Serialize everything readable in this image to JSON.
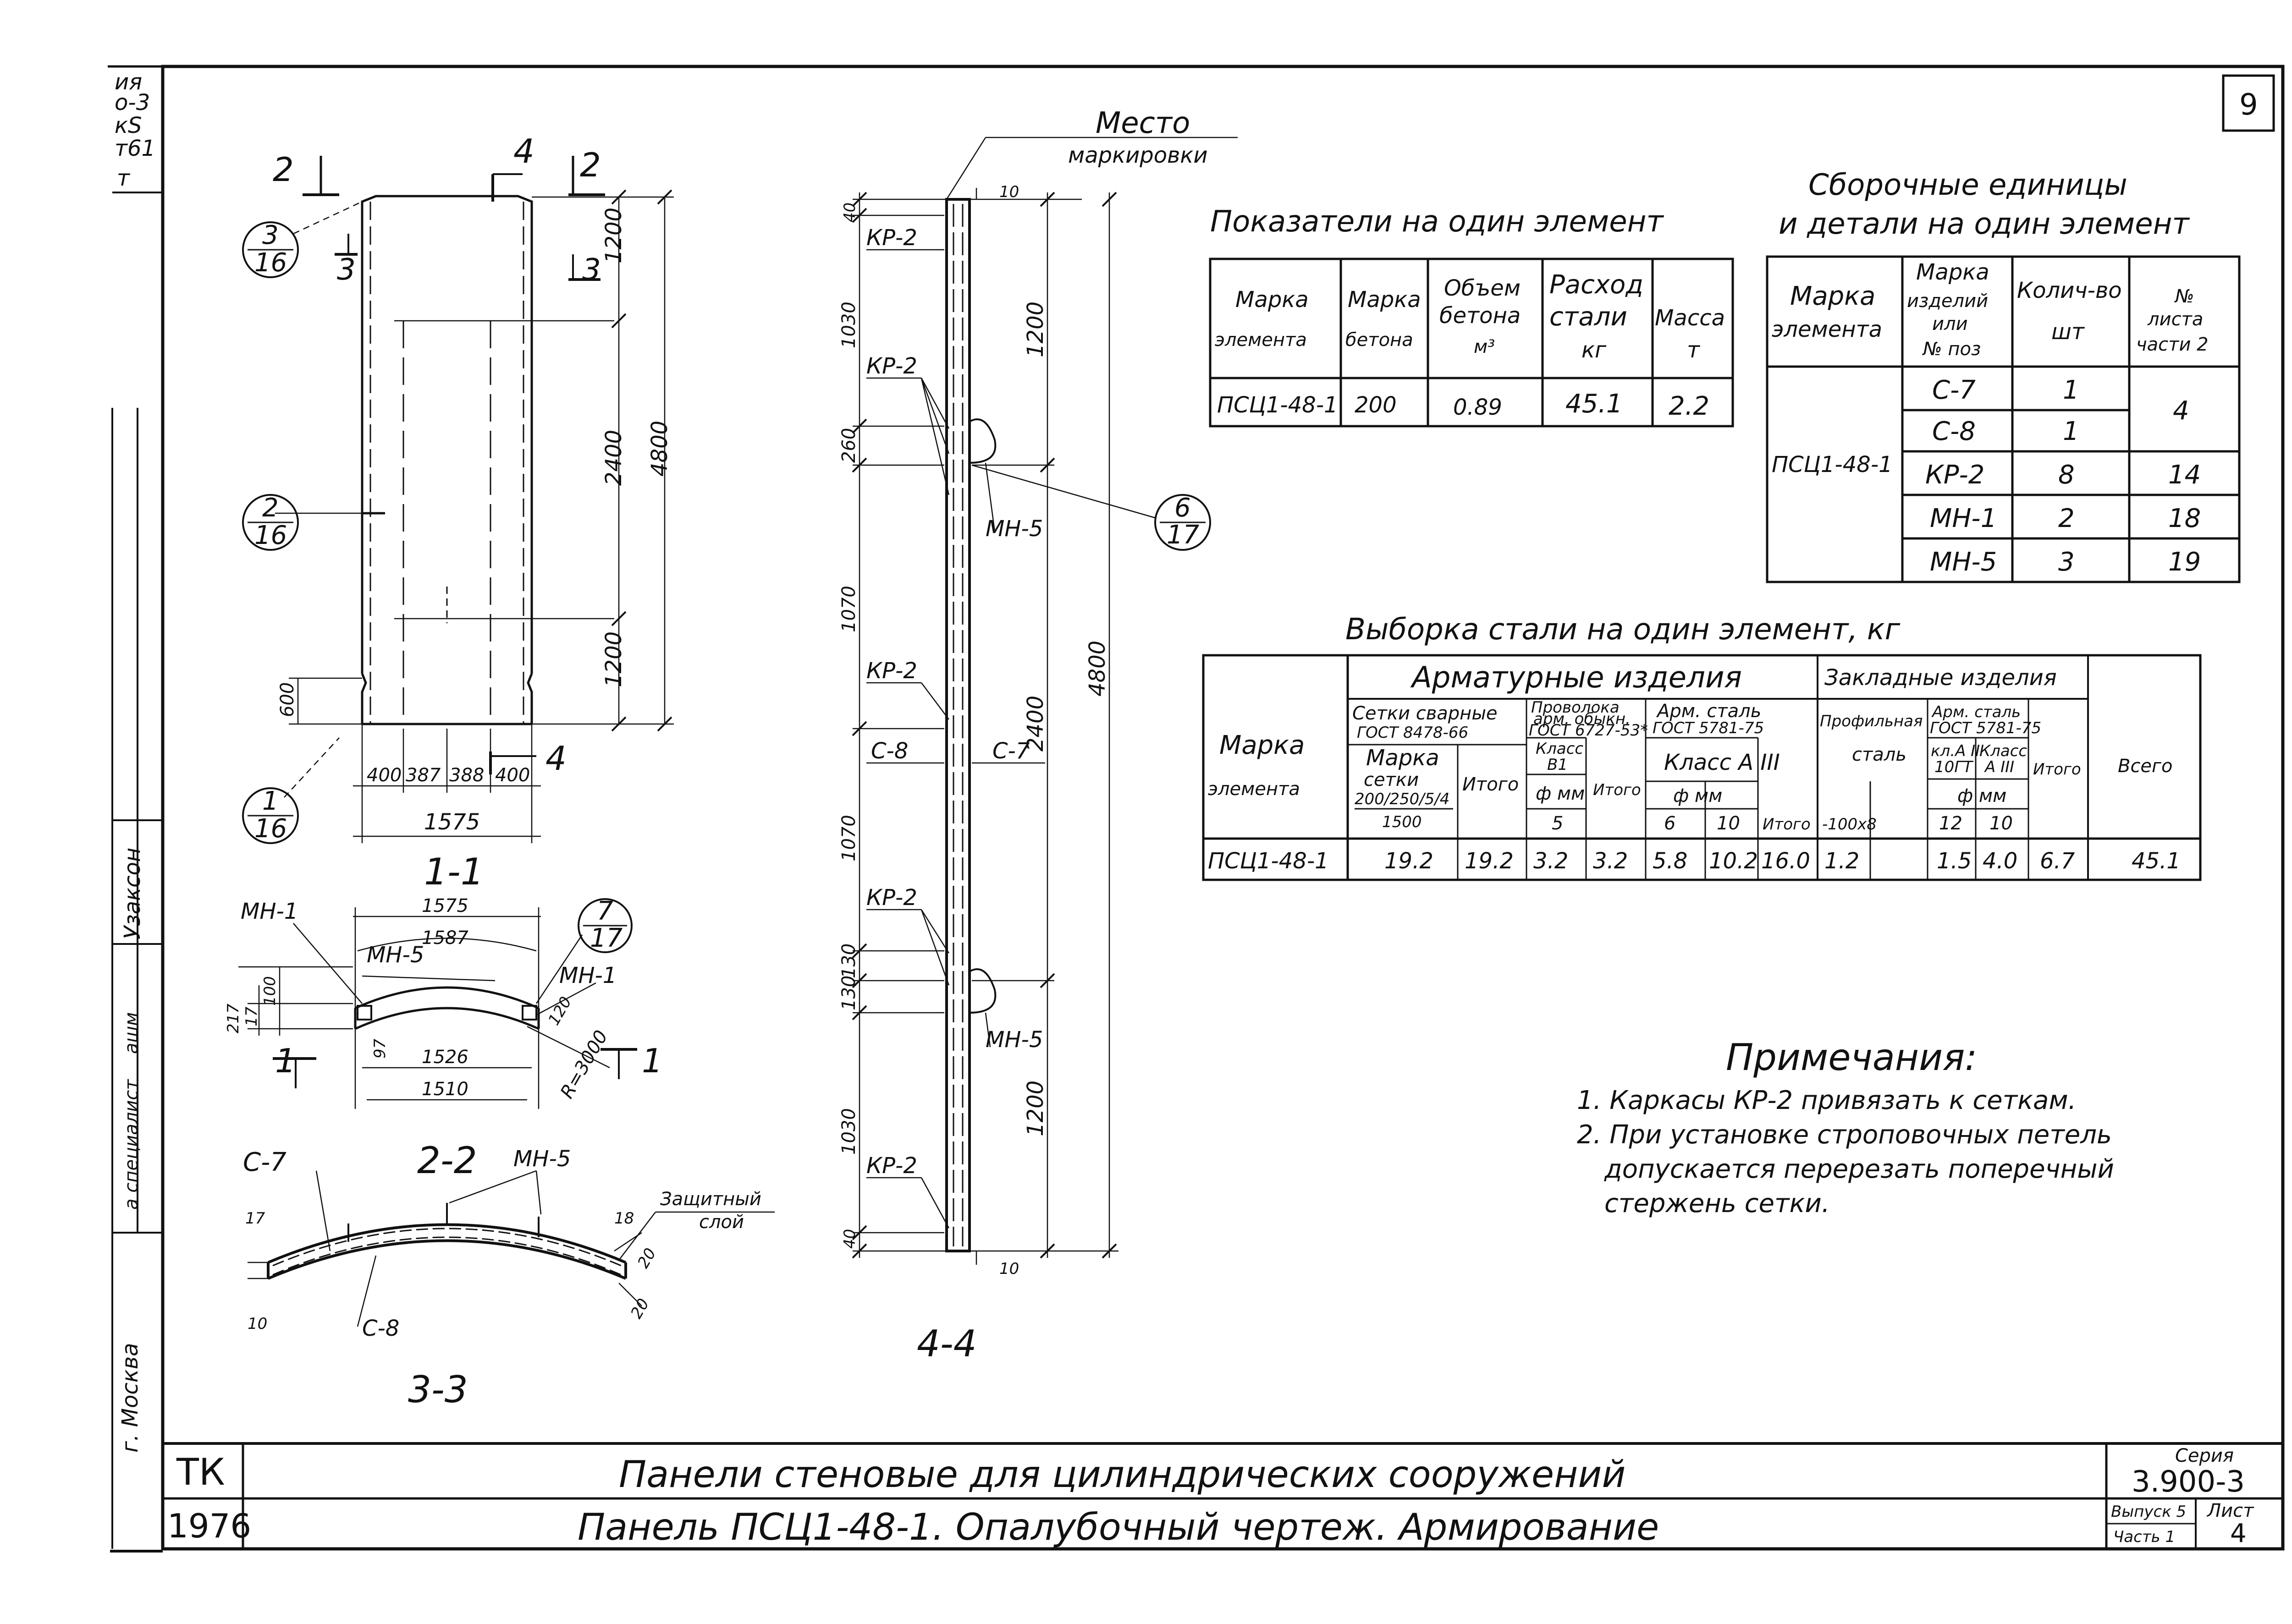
{
  "sheet_number": "9",
  "left_strip": {
    "corner_lines": [
      "ия",
      "о-3",
      "кS",
      "т61",
      "т"
    ],
    "uzakson": "Узаксон",
    "spec": "а специалист",
    "small": "ашм",
    "city": "г. Москва"
  },
  "views": {
    "section_1_1": "1-1",
    "section_2_2": "2-2",
    "section_3_3": "3-3",
    "section_4_4": "4-4",
    "cut_2": "2",
    "cut_3": "3",
    "cut_4": "4",
    "cut_1": "1"
  },
  "callouts": {
    "c3_16": {
      "top": "3",
      "bottom": "16"
    },
    "c2_16": {
      "top": "2",
      "bottom": "16"
    },
    "c1_16": {
      "top": "1",
      "bottom": "16"
    },
    "c6_17": {
      "top": "6",
      "bottom": "17"
    },
    "c7_17": {
      "top": "7",
      "bottom": "17"
    }
  },
  "dims": {
    "d1200a": "1200",
    "d2400": "2400",
    "d1200b": "1200",
    "d4800": "4800",
    "d600": "600",
    "d400a": "400",
    "d387": "387",
    "d388": "388",
    "d400b": "400",
    "d1575": "1575",
    "s2_1575": "1575",
    "s2_1587": "1587",
    "s2_1526": "1526",
    "s2_1510": "1510",
    "s2_100": "100",
    "s2_217": "217",
    "s2_17": "17",
    "s2_97": "97",
    "s2_120": "120",
    "s2_r": "R=3000",
    "s3_17": "17",
    "s3_18": "18",
    "s3_10": "10",
    "s3_20a": "20",
    "s3_20b": "20",
    "v40a": "40",
    "v1030a": "1030",
    "v260": "260",
    "v1070a": "1070",
    "v1070b": "1070",
    "v130a": "130",
    "v130b": "130",
    "v1030b": "1030",
    "v40b": "40",
    "v10a": "10",
    "v10b": "10",
    "v1200a": "1200",
    "v2400": "2400",
    "v1200b": "1200",
    "v4800": "4800"
  },
  "labels": {
    "mesto": "Место",
    "markirovki": "маркировки",
    "kr2": "КР-2",
    "mn5": "МН-5",
    "mn1": "МН-1",
    "c7": "С-7",
    "c8": "С-8",
    "zashch1": "Защитный",
    "zashch2": "слой"
  },
  "indicators": {
    "title": "Показатели на один элемент",
    "headers": [
      [
        "Марка",
        "элемента"
      ],
      [
        "Марка",
        "бетона"
      ],
      [
        "Объем",
        "бетона",
        "м³"
      ],
      [
        "Расход",
        "стали",
        "кг"
      ],
      [
        "Масса",
        "т"
      ]
    ],
    "row": [
      "ПСЦ1-48-1",
      "200",
      "0.89",
      "45.1",
      "2.2"
    ]
  },
  "assembly": {
    "title1": "Сборочные единицы",
    "title2": "и детали на один элемент",
    "headers": [
      [
        "Марка",
        "элемента"
      ],
      [
        "Марка",
        "изделий",
        "или",
        "№ поз"
      ],
      [
        "Колич-во",
        "шт"
      ],
      [
        "№",
        "листа",
        "части 2"
      ]
    ],
    "element": "ПСЦ1-48-1",
    "rows": [
      {
        "item": "С-7",
        "qty": "1",
        "sheet": "4"
      },
      {
        "item": "С-8",
        "qty": "1",
        "sheet": ""
      },
      {
        "item": "КР-2",
        "qty": "8",
        "sheet": "14"
      },
      {
        "item": "МН-1",
        "qty": "2",
        "sheet": "18"
      },
      {
        "item": "МН-5",
        "qty": "3",
        "sheet": "19"
      }
    ]
  },
  "steel": {
    "title": "Выборка стали на один элемент, кг",
    "marka1": "Марка",
    "marka2": "элемента",
    "arm": "Арматурные изделия",
    "zakl": "Закладные изделия",
    "setki1": "Сетки сварные",
    "setki2": "ГОСТ 8478-66",
    "prov1": "Проволока",
    "prov2": "арм. обыкн.",
    "prov3": "ГОСТ 6727-53*",
    "armst1": "Арм. сталь",
    "armst2": "ГОСТ 5781-75",
    "prof1": "Профильная",
    "prof2": "сталь",
    "armst3": "Арм. сталь",
    "armst4": "ГОСТ 5781-75",
    "marka_setki1": "Марка",
    "marka_setki2": "сетки",
    "itogo": "Итого",
    "klass_b1a": "Класс",
    "klass_b1b": "В1",
    "klass_a3": "Класс А III",
    "kl_a1a": "кл.А II",
    "kl_a1b": "10ГТ",
    "kl_a3a": "Класс",
    "kl_a3b": "А III",
    "fi_mm": "ф мм",
    "fi_mm2": "ф мм",
    "fi_mm3": "ф мм",
    "setka_spec1": "200/250/5/4",
    "setka_spec2": "1500",
    "d5": "5",
    "d6": "6",
    "d10": "10",
    "d12": "12",
    "d10b": "10",
    "prof_dim": "-100х8",
    "vsego": "Всего",
    "row": [
      "ПСЦ1-48-1",
      "19.2",
      "19.2",
      "3.2",
      "3.2",
      "5.8",
      "10.2",
      "16.0",
      "1.2",
      "",
      "1.5",
      "4.0",
      "6.7",
      "45.1"
    ]
  },
  "notes": {
    "title": "Примечания:",
    "lines": [
      "1. Каркасы КР-2 привязать к сеткам.",
      "2. При установке строповочных петель",
      "допускается перерезать поперечный",
      "стержень сетки."
    ]
  },
  "title_block": {
    "tk": "ТК",
    "year": "1976",
    "line1": "Панели стеновые для цилиндрических сооружений",
    "line2": "Панель ПСЦ1-48-1. Опалубочный чертеж. Армирование",
    "seria_label": "Серия",
    "seria": "3.900-3",
    "vypusk": "Выпуск 5",
    "chast": "Часть 1",
    "list_label": "Лист",
    "list": "4"
  }
}
